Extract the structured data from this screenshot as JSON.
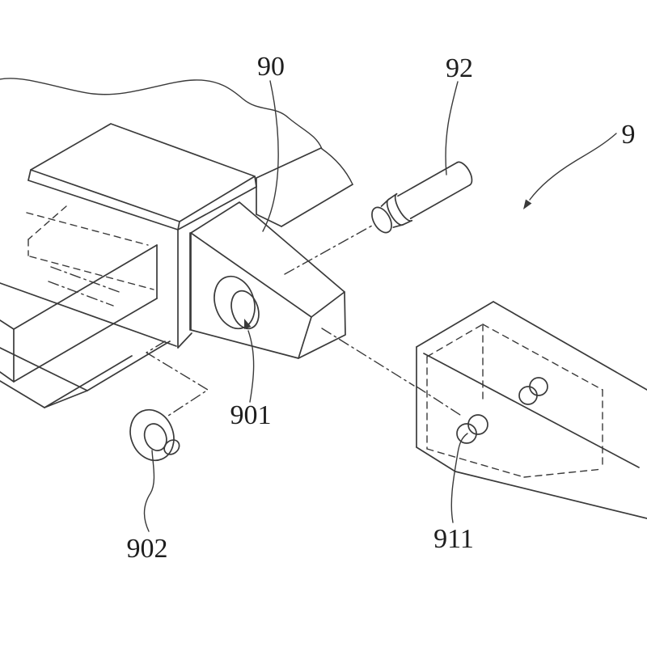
{
  "figure": {
    "type": "patent-exploded-isometric-view",
    "background": "#ffffff",
    "line_color": "#3a3a3a",
    "label_color": "#1e1e1e",
    "labels": {
      "l9": {
        "text": "9"
      },
      "l90": {
        "text": "90"
      },
      "l92": {
        "text": "92"
      },
      "l901": {
        "text": "901"
      },
      "l902": {
        "text": "902"
      },
      "l911": {
        "text": "911"
      }
    }
  }
}
